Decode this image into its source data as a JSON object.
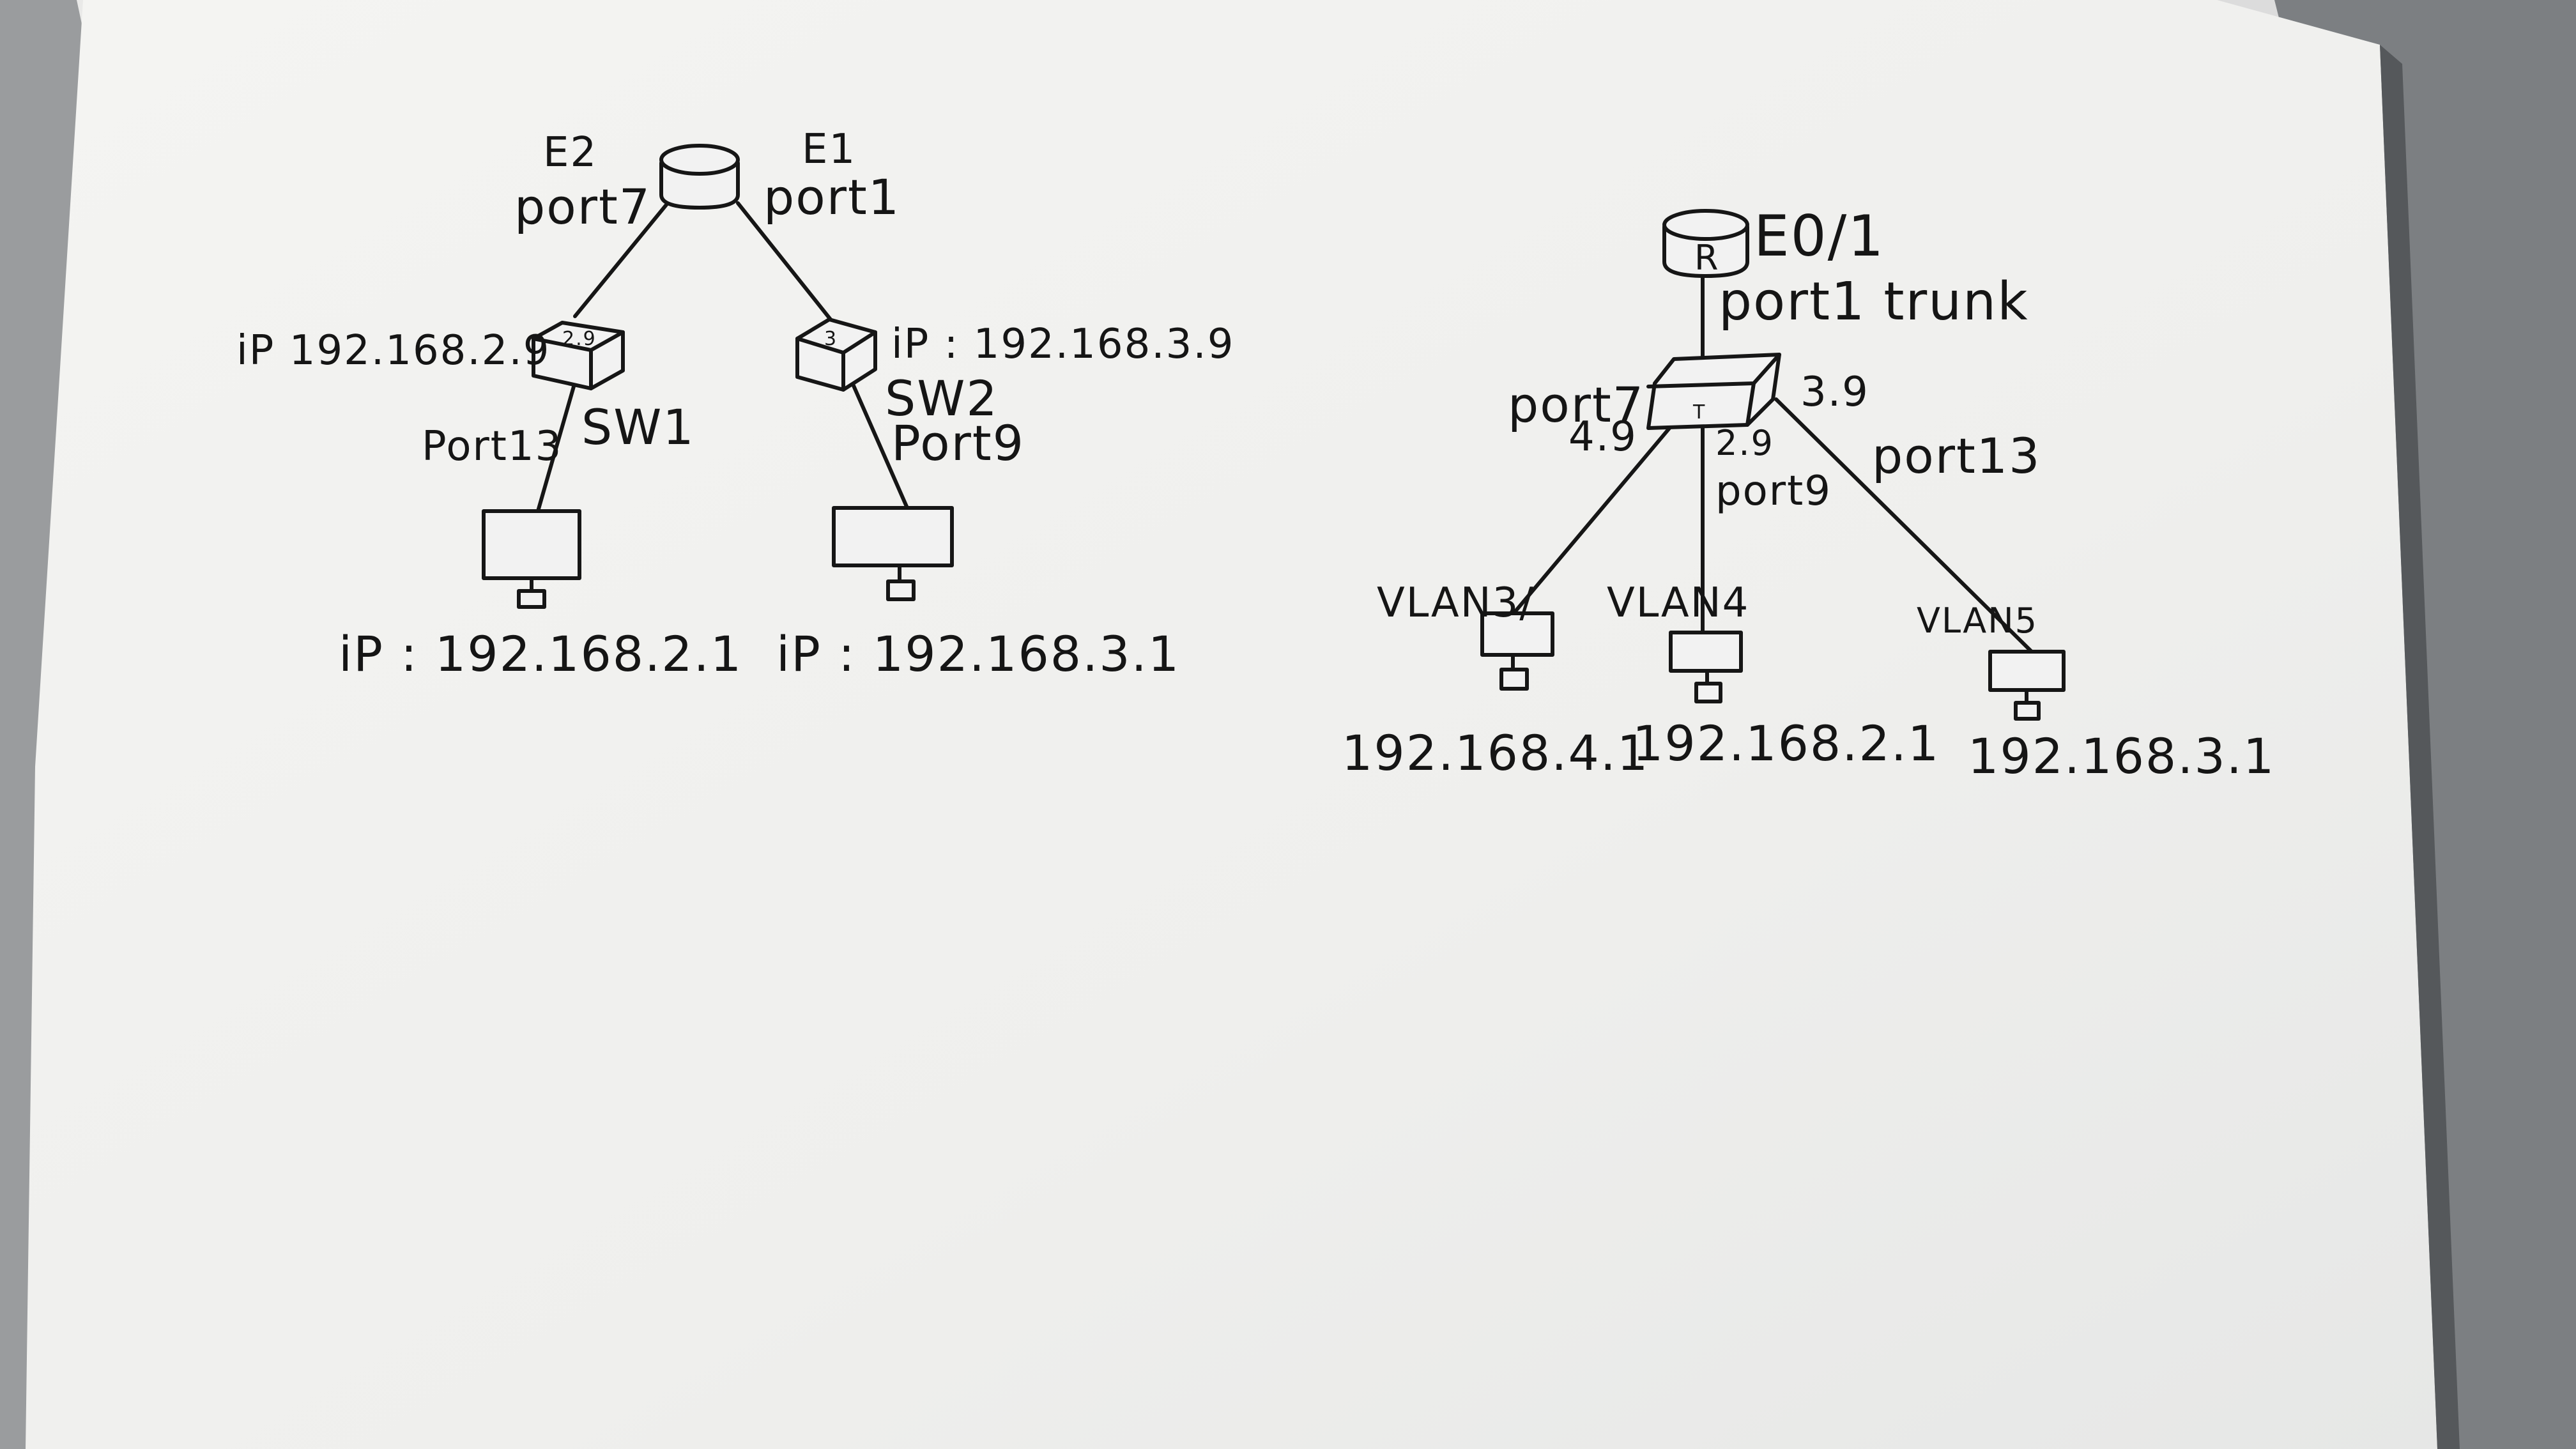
{
  "diagram_left": {
    "router": {
      "left_interface": "E2",
      "left_port": "port7",
      "right_interface": "E1",
      "right_port": "port1"
    },
    "switch1": {
      "name": "SW1",
      "ip": "iP 192.168.2.9",
      "port": "Port13",
      "icon_mark": "2.9"
    },
    "switch2": {
      "name": "SW2",
      "ip": "iP : 192.168.3.9",
      "port": "Port9",
      "icon_mark": "3"
    },
    "pc1": {
      "ip": "iP :  192.168.2.1"
    },
    "pc2": {
      "ip": "iP : 192.168.3.1"
    }
  },
  "diagram_right": {
    "router": {
      "icon_letter": "R",
      "interface": "E0/1",
      "link": "port1 trunk"
    },
    "switch": {
      "icon_letter": "T",
      "left_port": "port7",
      "left_addr": "4.9",
      "mid_addr": "2.9",
      "mid_port": "port9",
      "right_addr": "3.9",
      "right_port": "port13"
    },
    "pcs": [
      {
        "vlan": "VLAN3/",
        "ip": "192.168.4.1"
      },
      {
        "vlan": "VLAN4",
        "ip": "192.168.2.1"
      },
      {
        "vlan": "VLAN5",
        "ip": "192.168.3.1"
      }
    ]
  }
}
